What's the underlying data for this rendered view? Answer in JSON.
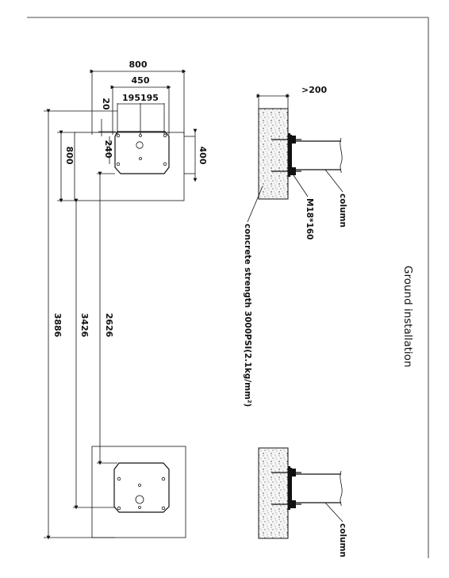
{
  "title": "Ground installation",
  "top_plate": {
    "dim_width_outer": "800",
    "dim_width_plate": "450",
    "dim_bolt_spacing": "195195",
    "dim_edge": "20",
    "dim_bolt_offset": "240",
    "dim_plate_height": "400",
    "dim_height_outer": "800"
  },
  "distances": {
    "dim_2626": "2626",
    "dim_3426": "3426",
    "dim_3886": "3886"
  },
  "section_detail": {
    "dim_depth": ">200",
    "bolt_label": "M18*160",
    "column_label": "column",
    "concrete_label": "concrete strength 3000PSI(2.1kg/mm²)"
  },
  "lower_detail": {
    "column_label": "column"
  }
}
